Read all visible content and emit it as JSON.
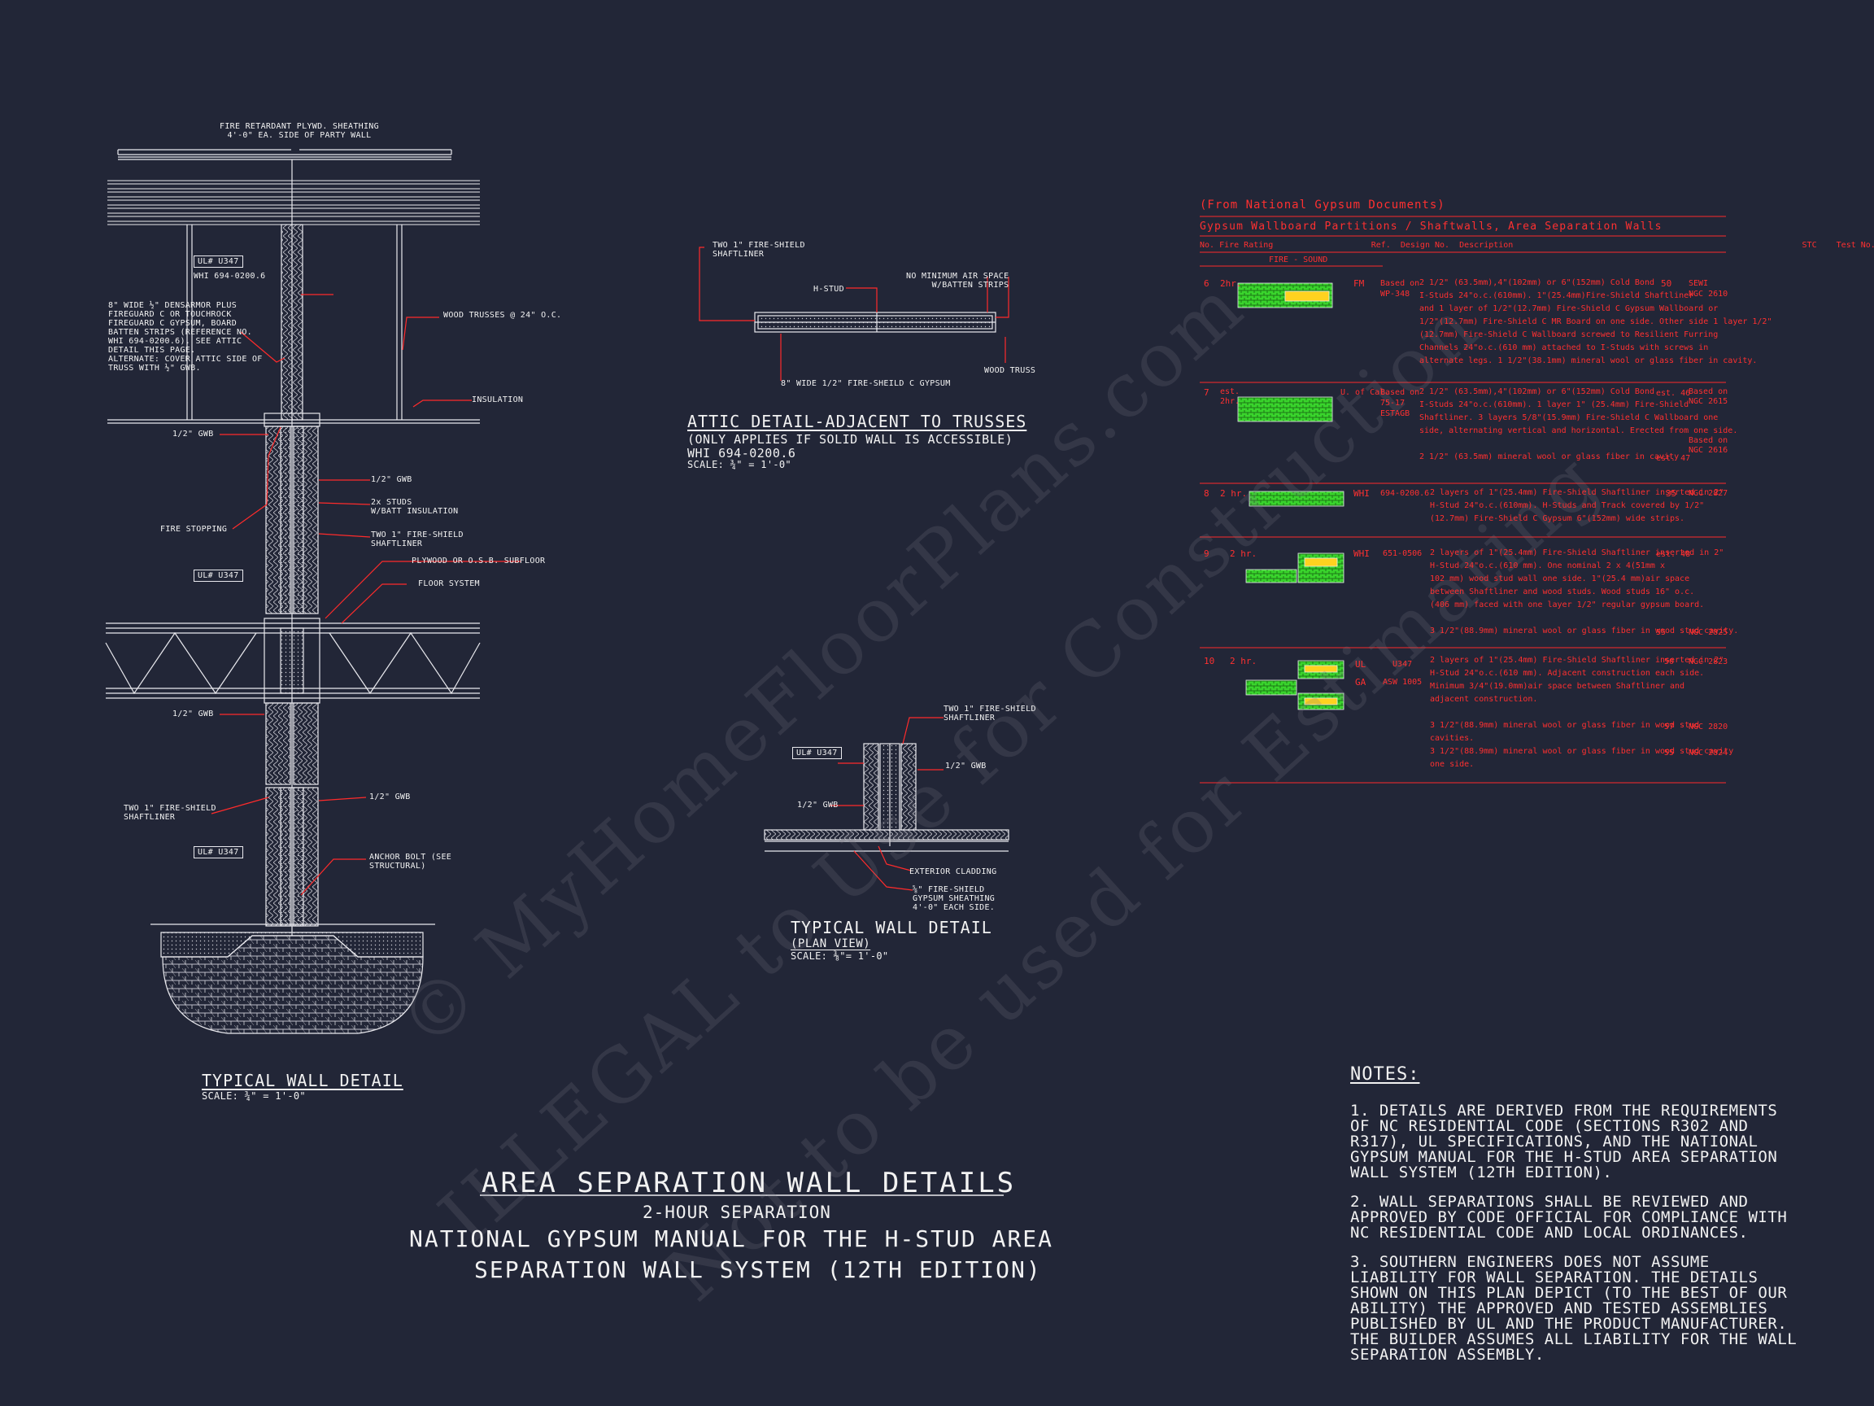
{
  "watermark": {
    "line1": "© MyHomeFloorPlans.com",
    "line2": "ILLEGAL to Use for Construction",
    "line3": "Not to be used for Estimating"
  },
  "main_section": {
    "top_label": "FIRE RETARDANT PLYWD. SHEATHING\n4'-0\" EA. SIDE OF PARTY WALL",
    "ul_tag_1": "UL# U347",
    "whi_ref": "WHI 694-0200.6",
    "densarmor_note": "8\" WIDE ½\" DENSARMOR PLUS\nFIREGUARD C OR TOUCHROCK\nFIREGUARD C GYPSUM, BOARD\nBATTEN STRIPS (REFERENCE NO.\nWHI 694-0200.6). SEE ATTIC\nDETAIL THIS PAGE.\nALTERNATE: COVER ATTIC SIDE OF\nTRUSS WITH ½\" GWB.",
    "wood_trusses": "WOOD TRUSSES @ 24\" O.C.",
    "insulation": "INSULATION",
    "gwb_1": "1/2\" GWB",
    "gwb_2": "1/2\" GWB",
    "studs": "2x STUDS\nW/BATT INSULATION",
    "fire_stopping": "FIRE STOPPING",
    "shaftliner_1": "TWO 1\" FIRE-SHIELD\nSHAFTLINER",
    "ul_tag_2": "UL# U347",
    "subfloor": "PLYWOOD OR O.S.B. SUBFLOOR",
    "floor_system": "FLOOR SYSTEM",
    "gwb_3": "1/2\" GWB",
    "shaftliner_2": "TWO 1\" FIRE-SHIELD\nSHAFTLINER",
    "gwb_4": "1/2\" GWB",
    "ul_tag_3": "UL# U347",
    "anchor_bolt": "ANCHOR BOLT (SEE\nSTRUCTURAL)",
    "title": "TYPICAL WALL DETAIL",
    "scale": "SCALE: ¾\" = 1'-0\""
  },
  "attic_section": {
    "shaftliner": "TWO 1\" FIRE-SHIELD\nSHAFTLINER",
    "hstud": "H-STUD",
    "air_space": "NO MINIMUM AIR SPACE\nW/BATTEN STRIPS",
    "gypsum": "8\" WIDE 1/2\" FIRE-SHEILD C GYPSUM",
    "wood_truss": "WOOD TRUSS",
    "title": "ATTIC DETAIL-ADJACENT TO TRUSSES",
    "sub1": "(ONLY APPLIES IF SOLID WALL IS ACCESSIBLE)",
    "sub2": "WHI 694-0200.6",
    "scale": "SCALE: ¾\" = 1'-0\""
  },
  "plan_section": {
    "shaftliner": "TWO 1\" FIRE-SHIELD\nSHAFTLINER",
    "ul_tag": "UL# U347",
    "gwb_right": "1/2\" GWB",
    "gwb_left": "1/2\" GWB",
    "cladding": "EXTERIOR CLADDING",
    "sheathing": "⅝\" FIRE-SHIELD\nGYPSUM SHEATHING\n4'-0\" EACH SIDE.",
    "title": "TYPICAL WALL DETAIL",
    "sub": "(PLAN VIEW)",
    "scale": "SCALE: ⅜\"= 1'-0\""
  },
  "table": {
    "source": "(From National Gypsum Documents)",
    "heading": "Gypsum Wallboard Partitions / Shaftwalls, Area Separation Walls",
    "col_headers": "No. Fire Rating                    Ref.  Design No.  Description                                                           STC    Test No.",
    "subheader": "FIRE - SOUND",
    "rows": [
      {
        "no": "6",
        "rating": "2hr.",
        "ref": "FM",
        "design": "Based on\nWP-348",
        "desc": "2 1/2\" (63.5mm),4\"(102mm) or 6\"(152mm) Cold Bond\nI-Studs 24\"o.c.(610mm). 1\"(25.4mm)Fire-Shield Shaftliner\nand 1 layer of 1/2\"(12.7mm) Fire-Shield C Gypsum Wallboard or\n1/2\"(12.7mm) Fire-Shield C MR Board on one side. Other side 1 layer 1/2\"\n(12.7mm) Fire-Shield C Wallboard screwed to Resilient Furring\nChannels 24\"o.c.(610 mm) attached to I-Studs with screws in\nalternate legs. 1 1/2\"(38.1mm) mineral wool or glass fiber in cavity.",
        "stc": "50",
        "test": "SEWI\nNGC 2610"
      },
      {
        "no": "7",
        "rating": "est.\n2hr.",
        "ref": "U. of Cal.",
        "design": "Based on\n75-17\nESTAGB",
        "desc": "2 1/2\" (63.5mm),4\"(102mm) or 6\"(152mm) Cold Bond\nI-Studs 24\"o.c.(610mm). 1 layer 1\" (25.4mm) Fire-Shield\nShaftliner. 3 layers 5/8\"(15.9mm) Fire-Shield C Wallboard one\nside, alternating vertical and horizontal. Erected from one side.\n\n2 1/2\" (63.5mm) mineral wool or glass fiber in cavity",
        "stc": "est. 46\n\n\n\n\nest. 47",
        "test": "Based on\nNGC 2615\n\n\n\nBased on\nNGC 2616"
      },
      {
        "no": "8",
        "rating": "2 hr.",
        "ref": "WHI",
        "design": "694-0200.6",
        "desc": "2 layers of 1\"(25.4mm) Fire-Shield Shaftliner inserted in 2\"\nH-Stud 24\"o.c.(610mm). H-Studs and Track covered by 1/2\"\n(12.7mm) Fire-Shield C Gypsum 6\"(152mm) wide strips.",
        "stc": "35",
        "test": "NGC 2827"
      },
      {
        "no": "9",
        "rating": "2 hr.",
        "ref": "WHI",
        "design": "651-0506",
        "desc": "2 layers of 1\"(25.4mm) Fire-Shield Shaftliner inserted in 2\"\nH-Stud 24\"o.c.(610 mm). One nominal 2 x 4(51mm x\n102 mm) wood stud wall one side. 1\"(25.4 mm)air space\nbetween Shaftliner and wood studs. Wood studs 16\" o.c.\n(406 mm) faced with one layer 1/2\" regular gypsum board.\n\n3 1/2\"(88.9mm) mineral wool or glass fiber in wood stud cavity.",
        "stc": "est. 48\n\n\n\n\n\n55",
        "test": "\n\n\n\n\n\nNGC 2825"
      },
      {
        "no": "10",
        "rating": "2 hr.",
        "ref": "UL\nGA",
        "design": "U347\nASW 1005",
        "desc": "2 layers of 1\"(25.4mm) Fire-Shield Shaftliner inserted in 2\"\nH-Stud 24\"o.c.(610 mm). Adjacent construction each side.\nMinimum 3/4\"(19.0mm)air space between Shaftliner and\nadjacent construction.\n\n3 1/2\"(88.9mm) mineral wool or glass fiber in wood stud\ncavities.\n3 1/2\"(88.9mm) mineral wool or glass fiber in wood stud cavity\none side.",
        "stc": "50\n\n\n\n\n57\n\n55",
        "test": "NGC 2823\n\n\n\n\nNGC 2820\n\nNGC 2824"
      }
    ]
  },
  "title_block": {
    "title": "AREA SEPARATION WALL DETAILS",
    "sub": "2-HOUR SEPARATION",
    "line1": "NATIONAL GYPSUM MANUAL FOR THE H-STUD AREA",
    "line2": "SEPARATION WALL SYSTEM (12TH EDITION)"
  },
  "notes": {
    "heading": "NOTES:",
    "n1": "1. DETAILS ARE DERIVED FROM THE REQUIREMENTS OF NC RESIDENTIAL CODE (SECTIONS R302 AND R317), UL SPECIFICATIONS, AND THE NATIONAL GYPSUM MANUAL FOR THE H-STUD AREA SEPARATION WALL SYSTEM (12TH EDITION).",
    "n2": "2. WALL SEPARATIONS SHALL BE REVIEWED AND APPROVED BY CODE OFFICIAL FOR COMPLIANCE WITH NC RESIDENTIAL CODE AND LOCAL ORDINANCES.",
    "n3": "3. SOUTHERN ENGINEERS DOES NOT ASSUME LIABILITY FOR WALL SEPARATION. THE DETAILS SHOWN ON THIS PLAN DEPICT (TO THE BEST OF OUR ABILITY) THE APPROVED AND TESTED ASSEMBLIES PUBLISHED BY UL AND THE PRODUCT MANUFACTURER. THE BUILDER ASSUMES ALL LIABILITY FOR THE WALL SEPARATION ASSEMBLY."
  },
  "colors": {
    "background": "#222637",
    "linework": "#e9e9ee",
    "leader": "#ff2b2b",
    "assembly_fill": "#39d42c",
    "accent": "#ffd21f"
  }
}
